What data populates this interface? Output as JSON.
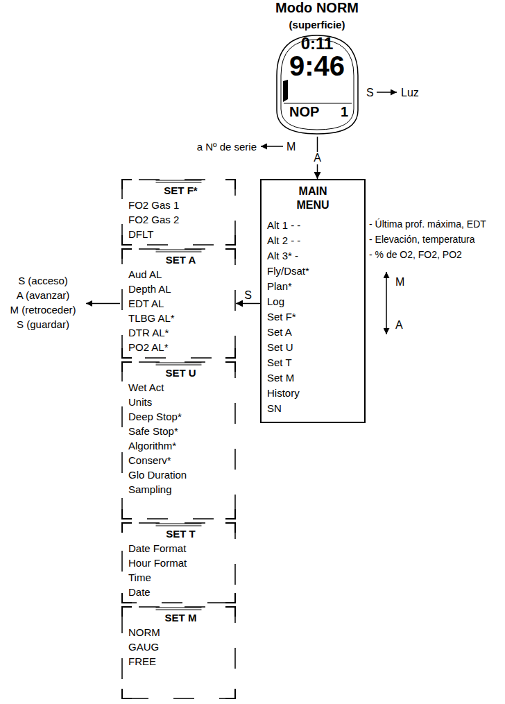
{
  "diagram": {
    "title": "Modo NORM",
    "nodes": [
      {
        "text": [
          "0:11",
          "9:46",
          "NOP",
          "1"
        ]
      },
      {
        "text": [
          "MAIN MENU",
          "Alt 1 - -",
          "Alt 2 - -",
          "Alt 3* -",
          "Fly/Dsat*",
          "Plan*",
          "Log",
          "Set F*",
          "Set A",
          "Set U",
          "Set T",
          "Set M",
          "History",
          "SN"
        ]
      },
      {
        "text": [
          "SET F*",
          "FO2 Gas 1",
          "FO2 Gas 2",
          "DFLT"
        ]
      },
      {
        "text": [
          "SET A",
          "Aud AL",
          "Depth AL",
          "EDT AL",
          "TLBG AL*",
          "DTR AL*",
          "PO2 AL*"
        ]
      },
      {
        "text": [
          "SET U",
          "Wet Act",
          "Units",
          "Deep Stop*",
          "Safe Stop*",
          "Algorithm*",
          "Conserv*",
          "Glo Duration",
          "Sampling"
        ]
      },
      {
        "text": [
          "SET T",
          "Date Format",
          "Hour Format",
          "Time",
          "Date"
        ]
      },
      {
        "text": [
          "SET M",
          "NORM",
          "GAUG",
          "FREE"
        ]
      }
    ],
    "edges": [
      {
        "from": 0,
        "to": 1,
        "arrow": "to",
        "label": "A"
      },
      {
        "from": 1,
        "to": 3,
        "arrow": "to",
        "label": "S"
      }
    ],
    "labels": [
      "(superficie)",
      "S",
      "Luz",
      "a Nº de serie",
      "M",
      "S (acceso)",
      "A (avanzar)",
      "M (retroceder)",
      "S (guardar)",
      "- Última prof. máxima, EDT",
      "- Elevación, temperatura",
      "- % de O2, FO2, PO2",
      "M",
      "A"
    ]
  }
}
